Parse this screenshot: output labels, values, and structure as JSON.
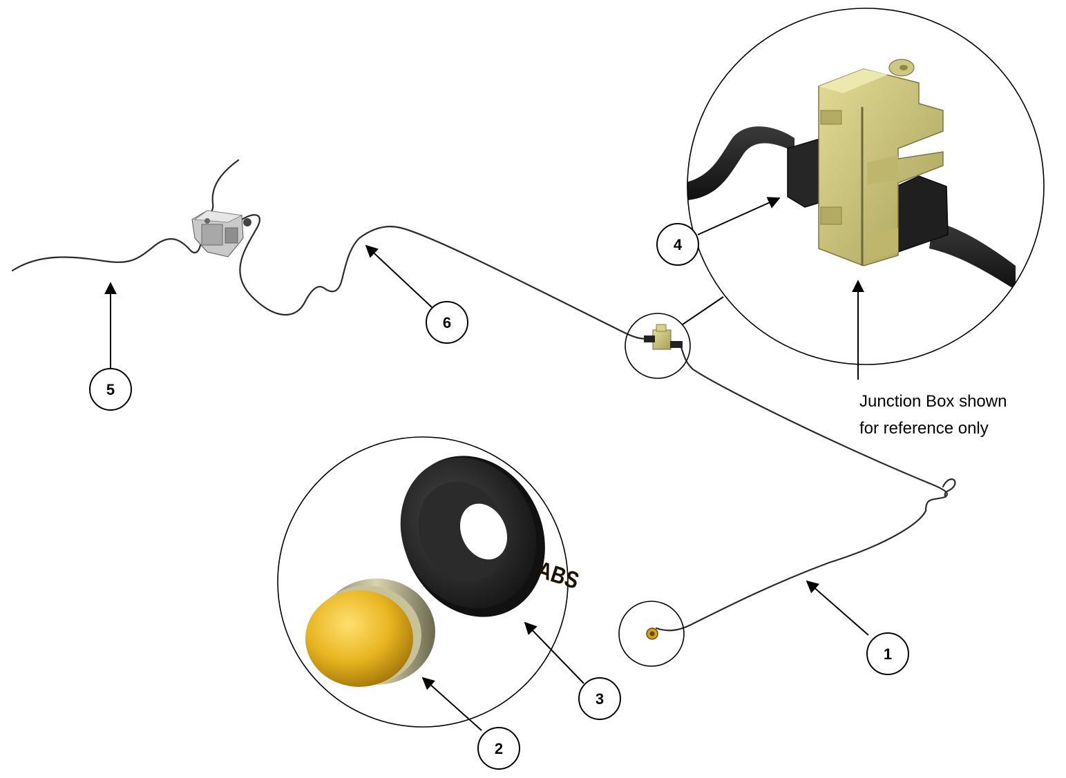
{
  "callouts": {
    "c1": "1",
    "c2": "2",
    "c3": "3",
    "c4": "4",
    "c5": "5",
    "c6": "6"
  },
  "note": {
    "line1": "Junction Box shown",
    "line2": "for reference only"
  },
  "lamp_label": "ABS",
  "colors": {
    "lamp_yellow": "#e8b520",
    "junction_box": "#c9c37a",
    "grommet": "#222222",
    "wire": "#2a2a2a"
  }
}
